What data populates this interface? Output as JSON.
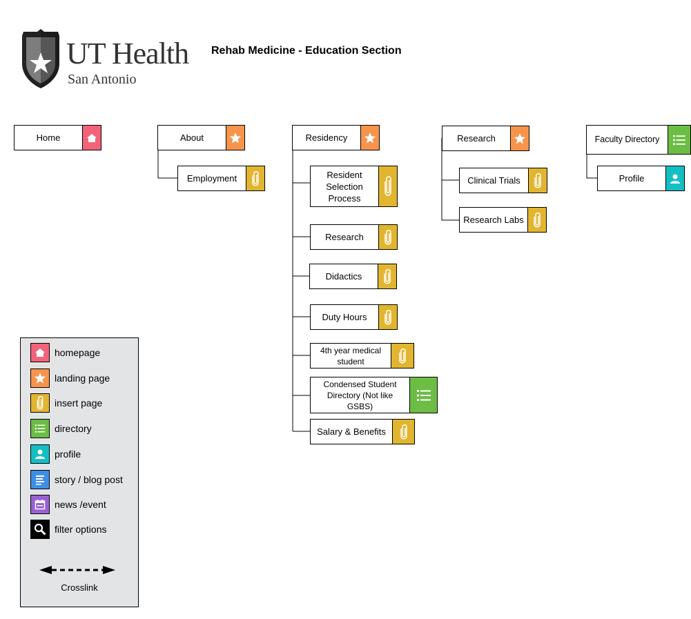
{
  "header": {
    "logo_line1": "UT Health",
    "logo_line2": "San Antonio",
    "title": "Rehab Medicine - Education Section"
  },
  "nodes": {
    "home": {
      "label": "Home",
      "type": "homepage"
    },
    "about": {
      "label": "About",
      "type": "landing page"
    },
    "employment": {
      "label": "Employment",
      "type": "insert page"
    },
    "residency": {
      "label": "Residency",
      "type": "landing page"
    },
    "resident_selection": {
      "label": "Resident Selection Process",
      "type": "insert page"
    },
    "residency_research": {
      "label": "Research",
      "type": "insert page"
    },
    "didactics": {
      "label": "Didactics",
      "type": "insert page"
    },
    "duty_hours": {
      "label": "Duty Hours",
      "type": "insert page"
    },
    "fourth_year": {
      "label": "4th year medical student",
      "type": "insert page"
    },
    "condensed_directory": {
      "label": "Condensed Student Directory (Not like GSBS)",
      "type": "directory"
    },
    "salary": {
      "label": "Salary & Benefits",
      "type": "insert page"
    },
    "research": {
      "label": "Research",
      "type": "landing page"
    },
    "clinical_trials": {
      "label": "Clinical Trials",
      "type": "insert page"
    },
    "research_labs": {
      "label": "Research Labs",
      "type": "insert page"
    },
    "faculty_directory": {
      "label": "Faculty Directory",
      "type": "directory"
    },
    "profile": {
      "label": "Profile",
      "type": "profile"
    }
  },
  "legend": {
    "items": [
      {
        "label": "homepage",
        "icon": "home-icon",
        "color": "#f2637a"
      },
      {
        "label": "landing page",
        "icon": "star-icon",
        "color": "#f7944b"
      },
      {
        "label": "insert page",
        "icon": "paperclip-icon",
        "color": "#e1b530"
      },
      {
        "label": "directory",
        "icon": "list-icon",
        "color": "#6cbd45"
      },
      {
        "label": "profile",
        "icon": "person-icon",
        "color": "#14bfc4"
      },
      {
        "label": "story / blog post",
        "icon": "document-icon",
        "color": "#3d8fe6"
      },
      {
        "label": "news /event",
        "icon": "calendar-icon",
        "color": "#9a61d3"
      },
      {
        "label": "filter options",
        "icon": "search-icon",
        "color": "#000000"
      }
    ],
    "crosslink_label": "Crosslink"
  }
}
